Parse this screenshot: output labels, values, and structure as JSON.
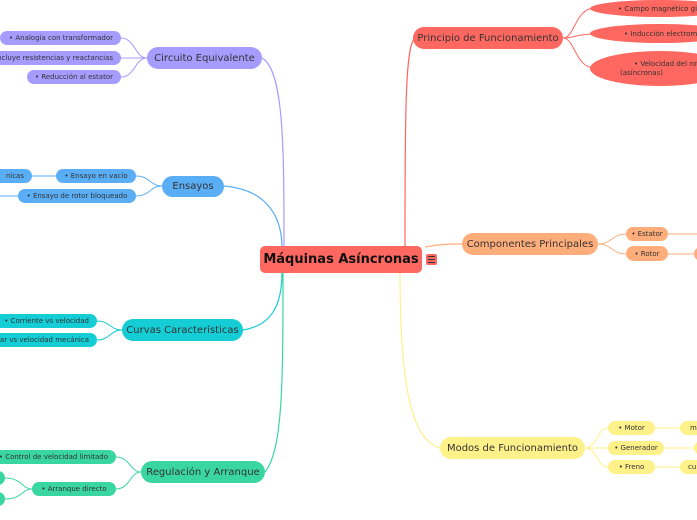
{
  "center": {
    "title": "Máquinas Asíncronas",
    "menu_icon": "menu-icon"
  },
  "branches": {
    "principio": {
      "label": "Principio de Funcionamiento",
      "color": "#ff6761",
      "items": [
        "• Campo magnético giratorio",
        "• Inducción electromagnética",
        "• Velocidad del rotor",
        "(asíncronas)"
      ]
    },
    "componentes": {
      "label": "Componentes Principales",
      "color": "#ffad7a",
      "items": [
        "• Estator",
        "• Rotor"
      ]
    },
    "modos": {
      "label": "Modos de Funcionamiento",
      "color": "#fff18a",
      "items": [
        "• Motor",
        "• Generador",
        "• Freno"
      ],
      "sub_items": [
        "m",
        "cu"
      ]
    },
    "circuito": {
      "label": "Circuito Equivalente",
      "color": "#a69cff",
      "items": [
        "• Analogía con transformador",
        "• Incluye resistencias y reactancias",
        "• Reducción al estator"
      ]
    },
    "ensayos": {
      "label": "Ensayos",
      "color": "#5aaef5",
      "items": [
        "• Ensayo en vacío",
        "• Ensayo de rotor bloqueado"
      ],
      "sub_items": [
        "nicas"
      ]
    },
    "curvas": {
      "label": "Curvas Características",
      "color": "#14cdd5",
      "items": [
        "• Corriente vs velocidad",
        "• Par vs velocidad mecánica"
      ]
    },
    "regulacion": {
      "label": "Regulación y Arranque",
      "color": "#3ad6a1",
      "items": [
        "• Control de velocidad limitado",
        "• Arranque directo"
      ]
    }
  }
}
